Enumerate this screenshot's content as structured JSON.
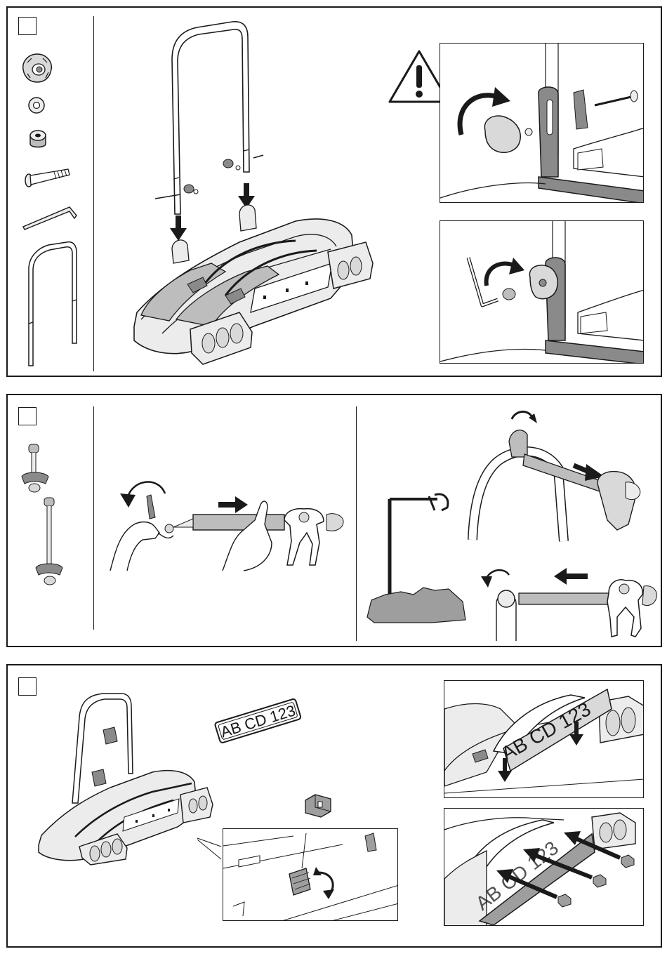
{
  "document": {
    "steps": [
      {
        "number": "",
        "name": "step-1"
      },
      {
        "number": "",
        "name": "step-2"
      },
      {
        "number": "",
        "name": "step-3"
      }
    ],
    "license_plate": {
      "text": "AB CD  123"
    },
    "inset_plate_text": "AB CD 123",
    "icons": [
      "warning-icon",
      "knob-icon",
      "washer-icon",
      "spacer-icon",
      "bolt-icon",
      "allen-key-icon",
      "frame-bar-icon",
      "arrow-down-icon",
      "rotate-arrow-icon",
      "arrow-right-icon",
      "arrow-left-icon"
    ],
    "colors": {
      "line": "#1a1a1a",
      "fill_light": "#ececec",
      "fill_mid": "#bdbdbd",
      "fill_dark": "#8a8a8a",
      "fill_gray": "#9e9e9e"
    }
  }
}
